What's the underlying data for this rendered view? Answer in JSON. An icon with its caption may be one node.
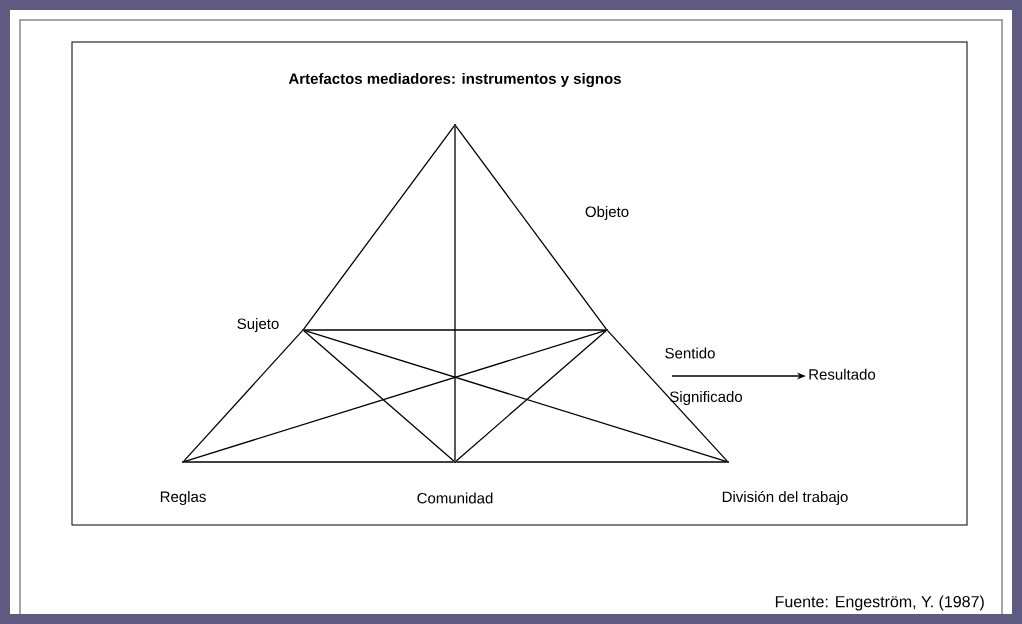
{
  "diagram": {
    "caption": "Fuente: Engeström, Y. (1987)",
    "nodes": [
      {
        "text": [],
        "shape": "point",
        "beside": [
          "Artefactos mediadores: instrumentos y signos"
        ]
      },
      {
        "text": [],
        "shape": "point",
        "beside": [
          "Sujeto"
        ]
      },
      {
        "text": [],
        "shape": "point"
      },
      {
        "text": [],
        "shape": "point",
        "beside": [
          "Reglas"
        ]
      },
      {
        "text": [],
        "shape": "point",
        "beside": [
          "Comunidad"
        ]
      },
      {
        "text": [],
        "shape": "point",
        "beside": [
          "División del trabajo"
        ]
      },
      {
        "text": [
          "Resultado"
        ]
      }
    ],
    "edges": [
      {
        "from": 0,
        "to": 1,
        "arrow": "none"
      },
      {
        "from": 1,
        "to": 3,
        "arrow": "none"
      },
      {
        "from": 0,
        "to": 2,
        "arrow": "none"
      },
      {
        "from": 2,
        "to": 5,
        "arrow": "none"
      },
      {
        "from": 3,
        "to": 4,
        "arrow": "none"
      },
      {
        "from": 4,
        "to": 5,
        "arrow": "none"
      },
      {
        "from": 1,
        "to": 2,
        "arrow": "none"
      },
      {
        "from": 1,
        "to": 4,
        "arrow": "none"
      },
      {
        "from": 2,
        "to": 4,
        "arrow": "none"
      },
      {
        "from": 1,
        "to": 5,
        "arrow": "none"
      },
      {
        "from": 3,
        "to": 2,
        "arrow": "none"
      },
      {
        "from": 0,
        "to": 4,
        "arrow": "none"
      },
      {
        "from": null,
        "to": 6,
        "arrow": "to"
      }
    ],
    "labels": [
      "Objeto",
      "Sentido",
      "Significado"
    ]
  }
}
